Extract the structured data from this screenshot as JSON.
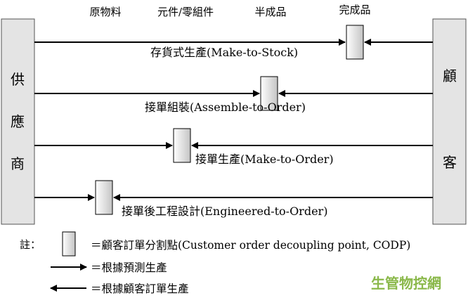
{
  "stage_headers": [
    "原物料",
    "元件/零組件",
    "半成品",
    "完成品"
  ],
  "supplier_label": "供應商",
  "customer_label": "顧客",
  "strategies": [
    {
      "label": "存貨式生產(Make-to-Stock)"
    },
    {
      "label": "接單組裝(Assemble-to-Order)"
    },
    {
      "label": "接單生產(Make-to-Order)"
    },
    {
      "label": "接單後工程設計(Engineered-to-Order)"
    }
  ],
  "legend": {
    "note_label": "註：",
    "codp": "＝顧客訂單分割點(Customer order decoupling point, CODP)",
    "forecast": "＝根據預測生產",
    "order": "＝根據顧客訂單生產"
  },
  "watermark": "生管物控網",
  "colors": {
    "panel_fill": "#e4e4e4",
    "panel_stroke": "#555555",
    "box_light": "#ffffff",
    "box_dark": "#c4c4c4",
    "watermark": "#8ab84a"
  }
}
